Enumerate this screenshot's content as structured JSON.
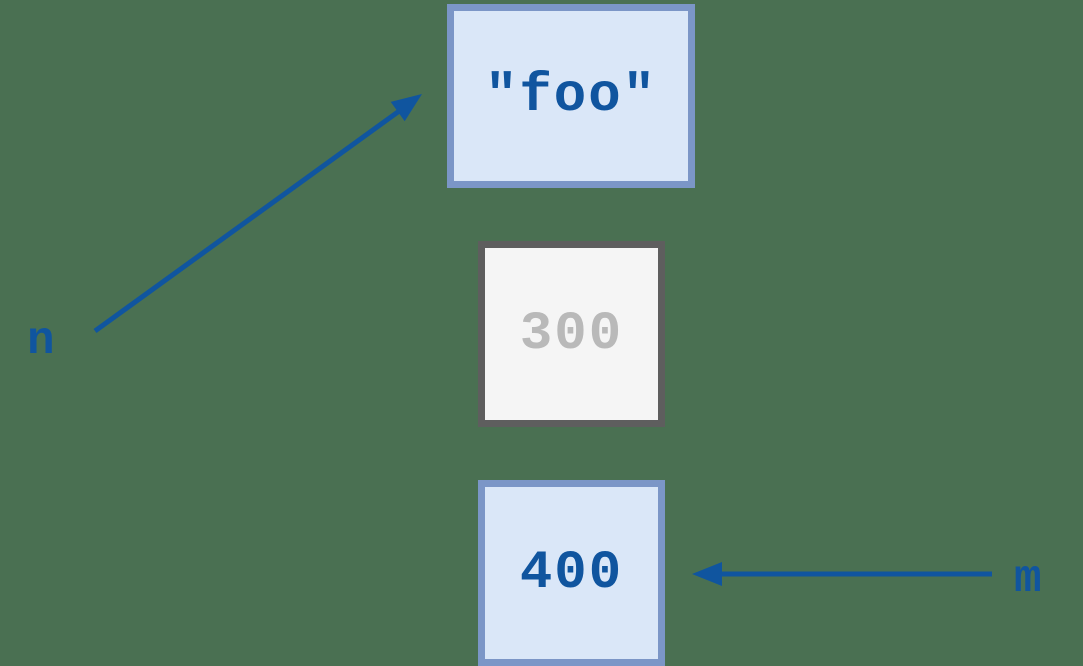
{
  "theme": {
    "bg": "#4a7052",
    "blue-border": "#7b96c7",
    "blue-fill": "#dae7f8",
    "ink-blue": "#10559f",
    "gray-border": "#5e5e5e",
    "gray-fill": "#f5f5f5",
    "ink-gray": "#b9b9b9"
  },
  "diagram": {
    "description": "Variable reference diagram: names pointing to objects",
    "variables": [
      {
        "name": "n",
        "points_to": "\"foo\""
      },
      {
        "name": "m",
        "points_to": "400"
      }
    ],
    "boxes": [
      {
        "id": "string-foo",
        "value": "\"foo\"",
        "state": "referenced"
      },
      {
        "id": "int-300",
        "value": "300",
        "state": "unreferenced"
      },
      {
        "id": "int-400",
        "value": "400",
        "state": "referenced"
      }
    ]
  }
}
